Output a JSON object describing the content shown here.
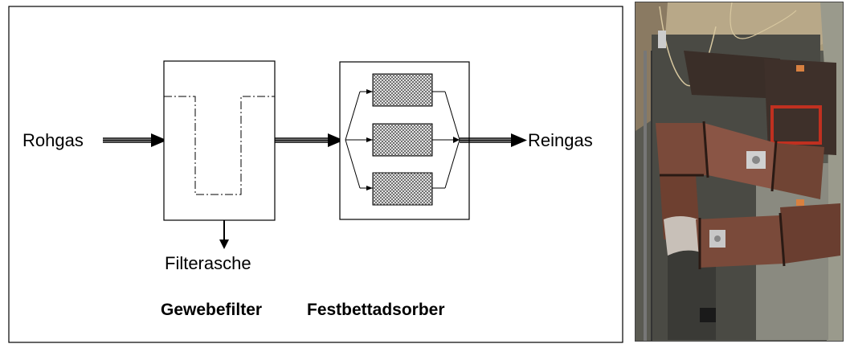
{
  "diagram": {
    "labels": {
      "raw_gas": "Rohgas",
      "clean_gas": "Reingas",
      "filter_ash": "Filterasche",
      "fabric_filter": "Gewebefilter",
      "fixed_bed_adsorber": "Festbettadsorber"
    },
    "adsorber_bed_count": 3
  },
  "photo": {
    "colors": {
      "duct": "#7a4a3a",
      "wall": "#5c5c54",
      "insulation": "#a89a7a",
      "shadow": "#2a2724"
    }
  }
}
